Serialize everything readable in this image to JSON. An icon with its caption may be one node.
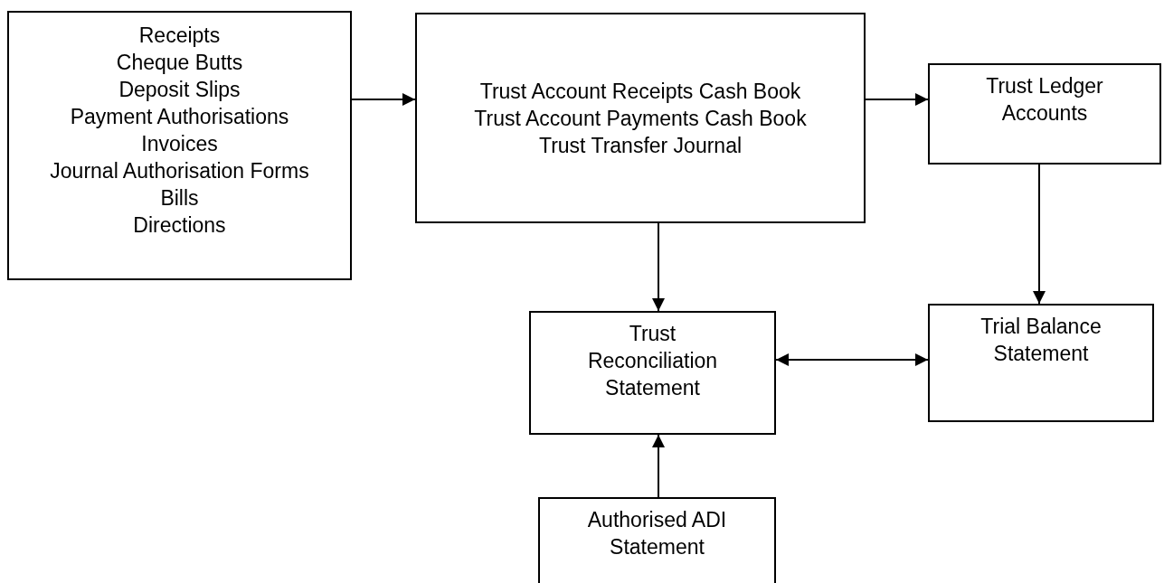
{
  "diagram": {
    "nodes": [
      {
        "text": [
          "Receipts",
          "Cheque Butts",
          "Deposit Slips",
          "Payment Authorisations",
          "Invoices",
          "Journal Authorisation Forms",
          "Bills",
          "Directions"
        ]
      },
      {
        "text": [
          "Trust Account Receipts Cash Book",
          "Trust Account Payments Cash Book",
          "Trust Transfer Journal"
        ]
      },
      {
        "text": [
          "Trust Ledger Accounts"
        ]
      },
      {
        "text": [
          "Trust Reconciliation Statement"
        ]
      },
      {
        "text": [
          "Trial Balance Statement"
        ]
      },
      {
        "text": [
          "Authorised ADI Statement"
        ]
      }
    ],
    "edges": [
      {
        "from": 0,
        "to": 1,
        "arrow": "to"
      },
      {
        "from": 1,
        "to": 2,
        "arrow": "to"
      },
      {
        "from": 2,
        "to": 4,
        "arrow": "to"
      },
      {
        "from": 1,
        "to": 3,
        "arrow": "to"
      },
      {
        "from": 3,
        "to": 4,
        "arrow": "both"
      },
      {
        "from": 5,
        "to": 3,
        "arrow": "to"
      }
    ]
  }
}
